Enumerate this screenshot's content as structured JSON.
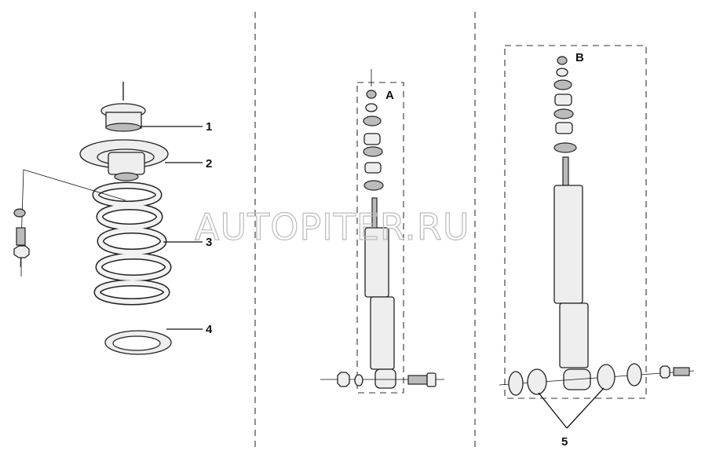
{
  "callouts": {
    "c1": "1",
    "c2": "2",
    "c3": "3",
    "c4": "4",
    "c5": "5",
    "detail_a": "A",
    "detail_b": "B"
  },
  "watermark": "AUTOPITER.RU"
}
